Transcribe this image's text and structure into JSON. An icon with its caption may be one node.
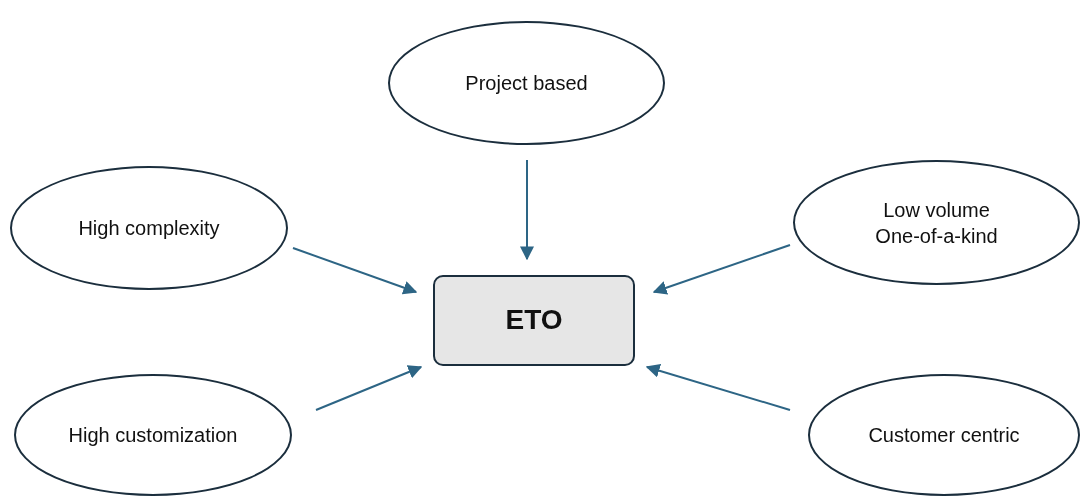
{
  "diagram": {
    "nodes": [
      {
        "text": [
          "Project based"
        ]
      },
      {
        "text": [
          "High complexity"
        ]
      },
      {
        "text": [
          "Low volume",
          "One-of-a-kind"
        ]
      },
      {
        "text": [
          "ETO"
        ]
      },
      {
        "text": [
          "High customization"
        ]
      },
      {
        "text": [
          "Customer centric"
        ]
      }
    ],
    "edges": [
      {
        "from": 0,
        "to": 3,
        "arrow": "to"
      },
      {
        "from": 1,
        "to": 3,
        "arrow": "to"
      },
      {
        "from": 2,
        "to": 3,
        "arrow": "to"
      },
      {
        "from": 4,
        "to": 3,
        "arrow": "to"
      },
      {
        "from": 5,
        "to": 3,
        "arrow": "to"
      }
    ]
  }
}
